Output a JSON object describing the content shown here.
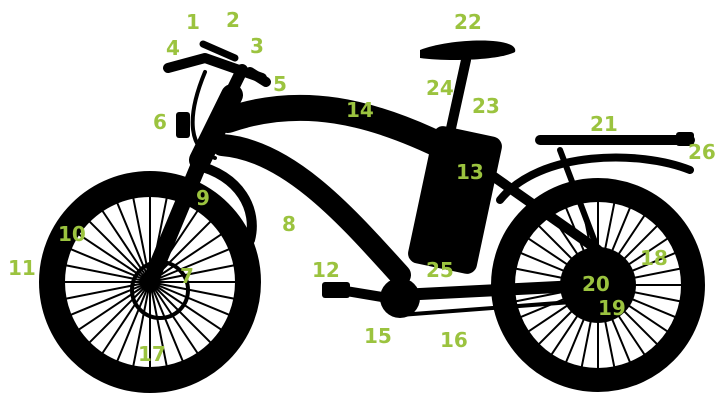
{
  "diagram": {
    "colors": {
      "silhouette": "#000000",
      "label": "#9bc33f",
      "background": "#ffffff"
    },
    "callouts": [
      {
        "id": "1",
        "text": "1"
      },
      {
        "id": "2",
        "text": "2"
      },
      {
        "id": "3",
        "text": "3"
      },
      {
        "id": "4",
        "text": "4"
      },
      {
        "id": "5",
        "text": "5"
      },
      {
        "id": "6",
        "text": "6"
      },
      {
        "id": "7",
        "text": "7"
      },
      {
        "id": "8",
        "text": "8"
      },
      {
        "id": "9",
        "text": "9"
      },
      {
        "id": "10",
        "text": "10"
      },
      {
        "id": "11",
        "text": "11"
      },
      {
        "id": "12",
        "text": "12"
      },
      {
        "id": "13",
        "text": "13"
      },
      {
        "id": "14",
        "text": "14"
      },
      {
        "id": "15",
        "text": "15"
      },
      {
        "id": "16",
        "text": "16"
      },
      {
        "id": "17",
        "text": "17"
      },
      {
        "id": "18",
        "text": "18"
      },
      {
        "id": "19",
        "text": "19"
      },
      {
        "id": "20",
        "text": "20"
      },
      {
        "id": "21",
        "text": "21"
      },
      {
        "id": "22",
        "text": "22"
      },
      {
        "id": "23",
        "text": "23"
      },
      {
        "id": "24",
        "text": "24"
      },
      {
        "id": "25",
        "text": "25"
      },
      {
        "id": "26",
        "text": "26"
      }
    ]
  }
}
